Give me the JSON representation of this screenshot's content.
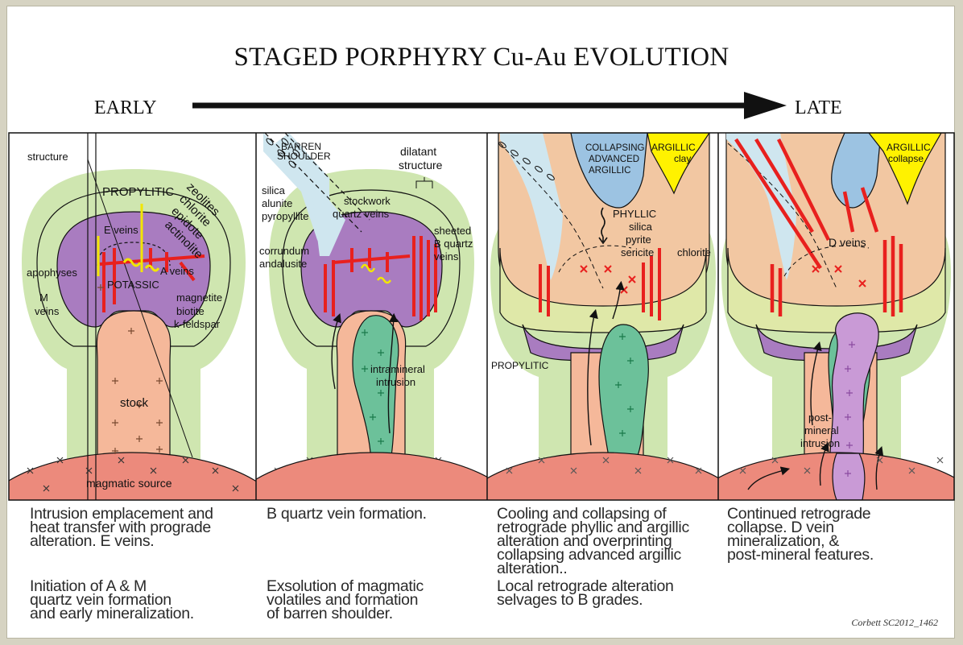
{
  "title": "STAGED PORPHYRY Cu-Au EVOLUTION",
  "timeline": {
    "start": "EARLY",
    "end": "LATE"
  },
  "panels": [
    {
      "labels": {
        "structure": "structure",
        "propylitic": "PROPYLITIC",
        "zeolites": "zeolites",
        "chlorite": "chlorite",
        "epidote": "epidote",
        "actinolite": "actinolite",
        "e_veins": "E veins",
        "a_veins": "A veins",
        "apophyses": "apophyses",
        "potassic": "POTASSIC",
        "m": "M",
        "veins": "veins",
        "magnetite": "magnetite",
        "biotite": "biotite",
        "kfeldspar": "k-feldspar",
        "stock": "stock",
        "magmatic_source": "magmatic source"
      },
      "caption_1": "Intrusion emplacement and\nheat transfer with prograde\nalteration. E veins.",
      "caption_2": "Initiation of A & M\nquartz vein formation\nand early mineralization."
    },
    {
      "labels": {
        "barren": "BARREN",
        "shoulder": "SHOULDER",
        "dilatant": "dilatant",
        "structure": "structure",
        "silica": "silica",
        "alunite": "alunite",
        "pyropyllite": "pyropyllite",
        "stockwork": "stockwork",
        "quartz_veins": "quartz veins",
        "sheeted": "sheeted",
        "b_quartz": "B quartz",
        "veins": "veins",
        "corrundum": "corrundum",
        "andalusite": "andalusite",
        "intramineral": "intramineral",
        "intrusion": "intrusion"
      },
      "caption_1": "B quartz vein formation.",
      "caption_2": "Exsolution of magmatic\nvolatiles and formation\nof barren shoulder."
    },
    {
      "labels": {
        "collapsing": "COLLAPSING",
        "advanced": "ADVANCED",
        "argillic_upper": "ARGILLIC",
        "argillic": "ARGILLIC",
        "clay": "clay",
        "phyllic": "PHYLLIC",
        "silica": "silica",
        "pyrite": "pyrite",
        "sericite": "sericite",
        "chlorite": "chlorite",
        "propylitic": "PROPYLITIC"
      },
      "caption_1": "Cooling and collapsing of\nretrograde phyllic and argillic\nalteration and overprinting\ncollapsing advanced argillic\nalteration..",
      "caption_2": "Local retrograde alteration\nselvages to B grades."
    },
    {
      "labels": {
        "argillic": "ARGILLIC",
        "collapse": "collapse",
        "d_veins": "D veins",
        "post": "post-",
        "mineral": "mineral",
        "intrusion": "intrusion"
      },
      "caption_1": "Continued retrograde\ncollapse. D vein\nmineralization, &\npost-mineral features.",
      "caption_2": ""
    }
  ],
  "credit": "Corbett SC2012_1462",
  "colors": {
    "propylitic": "#cfe6b0",
    "potassic": "#a97cc0",
    "stock": "#f5b89a",
    "magmatic": "#ec8a7c",
    "phyllic": "#f2c7a2",
    "chlorite_band": "#dfe8a8",
    "advanced_argillic": "#9cc3e2",
    "argillic": "#fff200",
    "intramineral": "#6cc19a",
    "post_mineral": "#c99ad6",
    "vein_red": "#e8201e",
    "vein_yellow": "#f2e600"
  }
}
